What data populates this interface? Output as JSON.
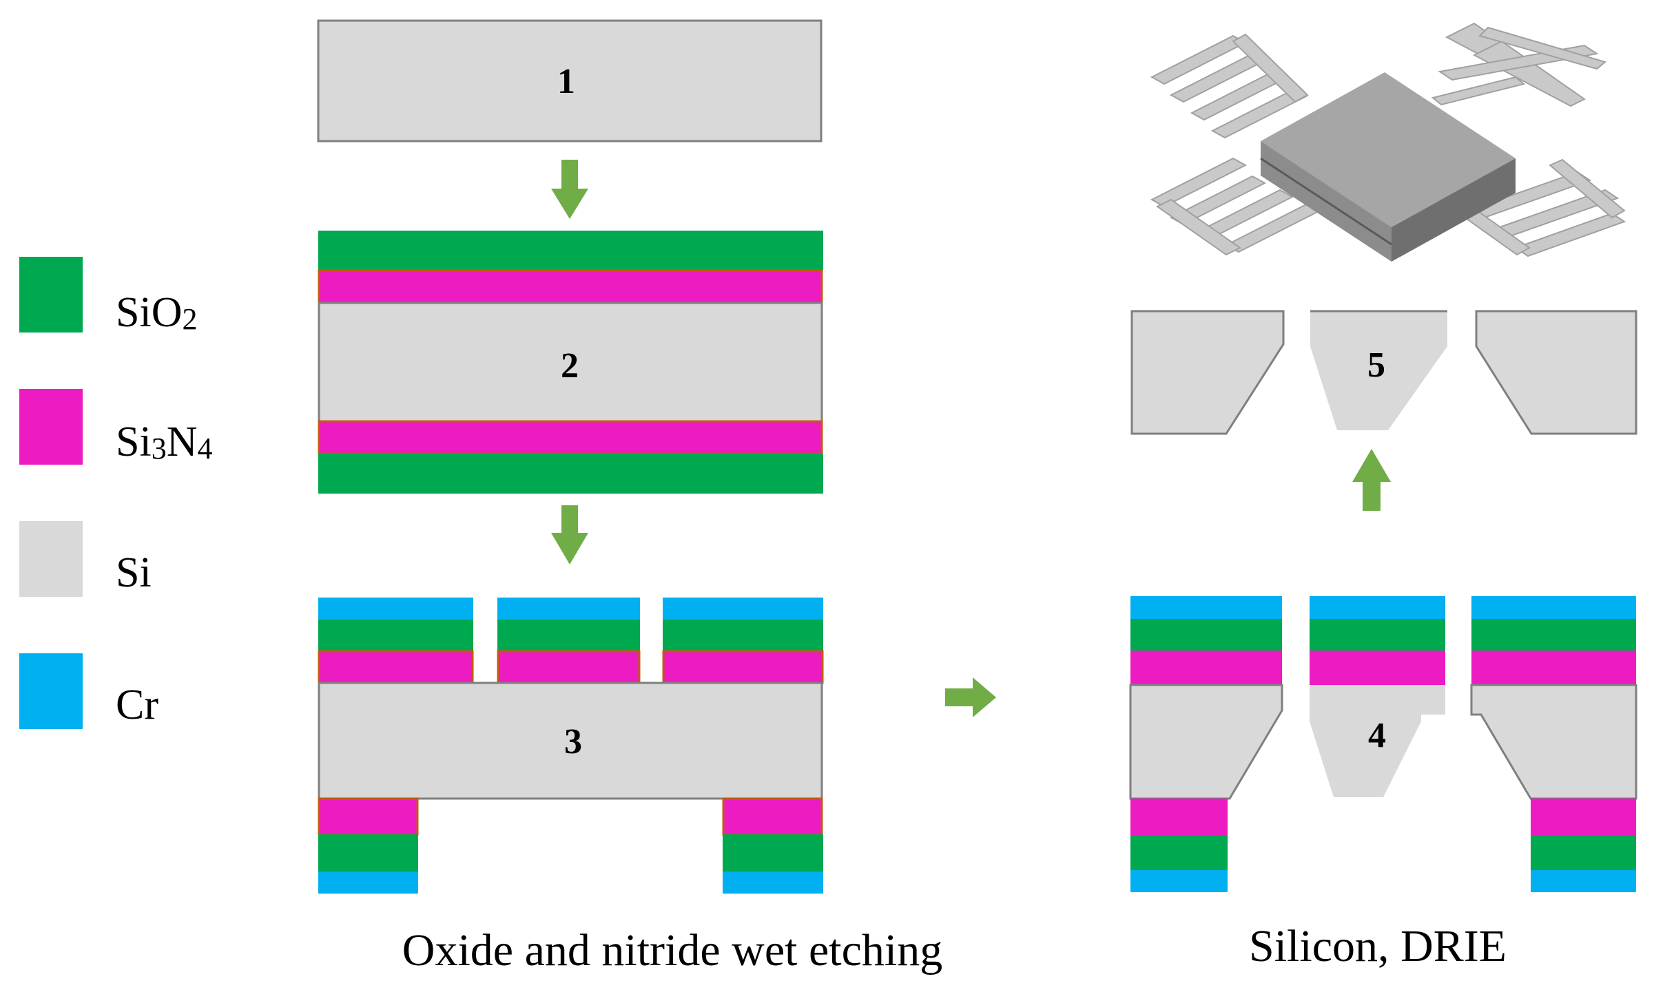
{
  "legend": [
    {
      "id": "sio2",
      "label": "SiO",
      "sub": "2",
      "color": "#00a84f"
    },
    {
      "id": "si3n4",
      "label": "Si",
      "sub": "3",
      "label2": "N",
      "sub2": "4",
      "color": "#ec1bc2"
    },
    {
      "id": "si",
      "label": "Si",
      "color": "#d9d9d9"
    },
    {
      "id": "cr",
      "label": "Cr",
      "color": "#00b0f0"
    }
  ],
  "steps": {
    "s1": "1",
    "s2": "2",
    "s3": "3",
    "s4": "4",
    "s5": "5"
  },
  "captions": {
    "left": "Oxide and nitride wet etching",
    "right": "Silicon, DRIE"
  },
  "colors": {
    "arrow": "#70ad47",
    "outline": "#7f7f7f",
    "nitride_edge": "#c55a11",
    "device_top": "#a6a6a6",
    "device_side": "#6f6f6f",
    "spring": "#c9c9c9"
  }
}
